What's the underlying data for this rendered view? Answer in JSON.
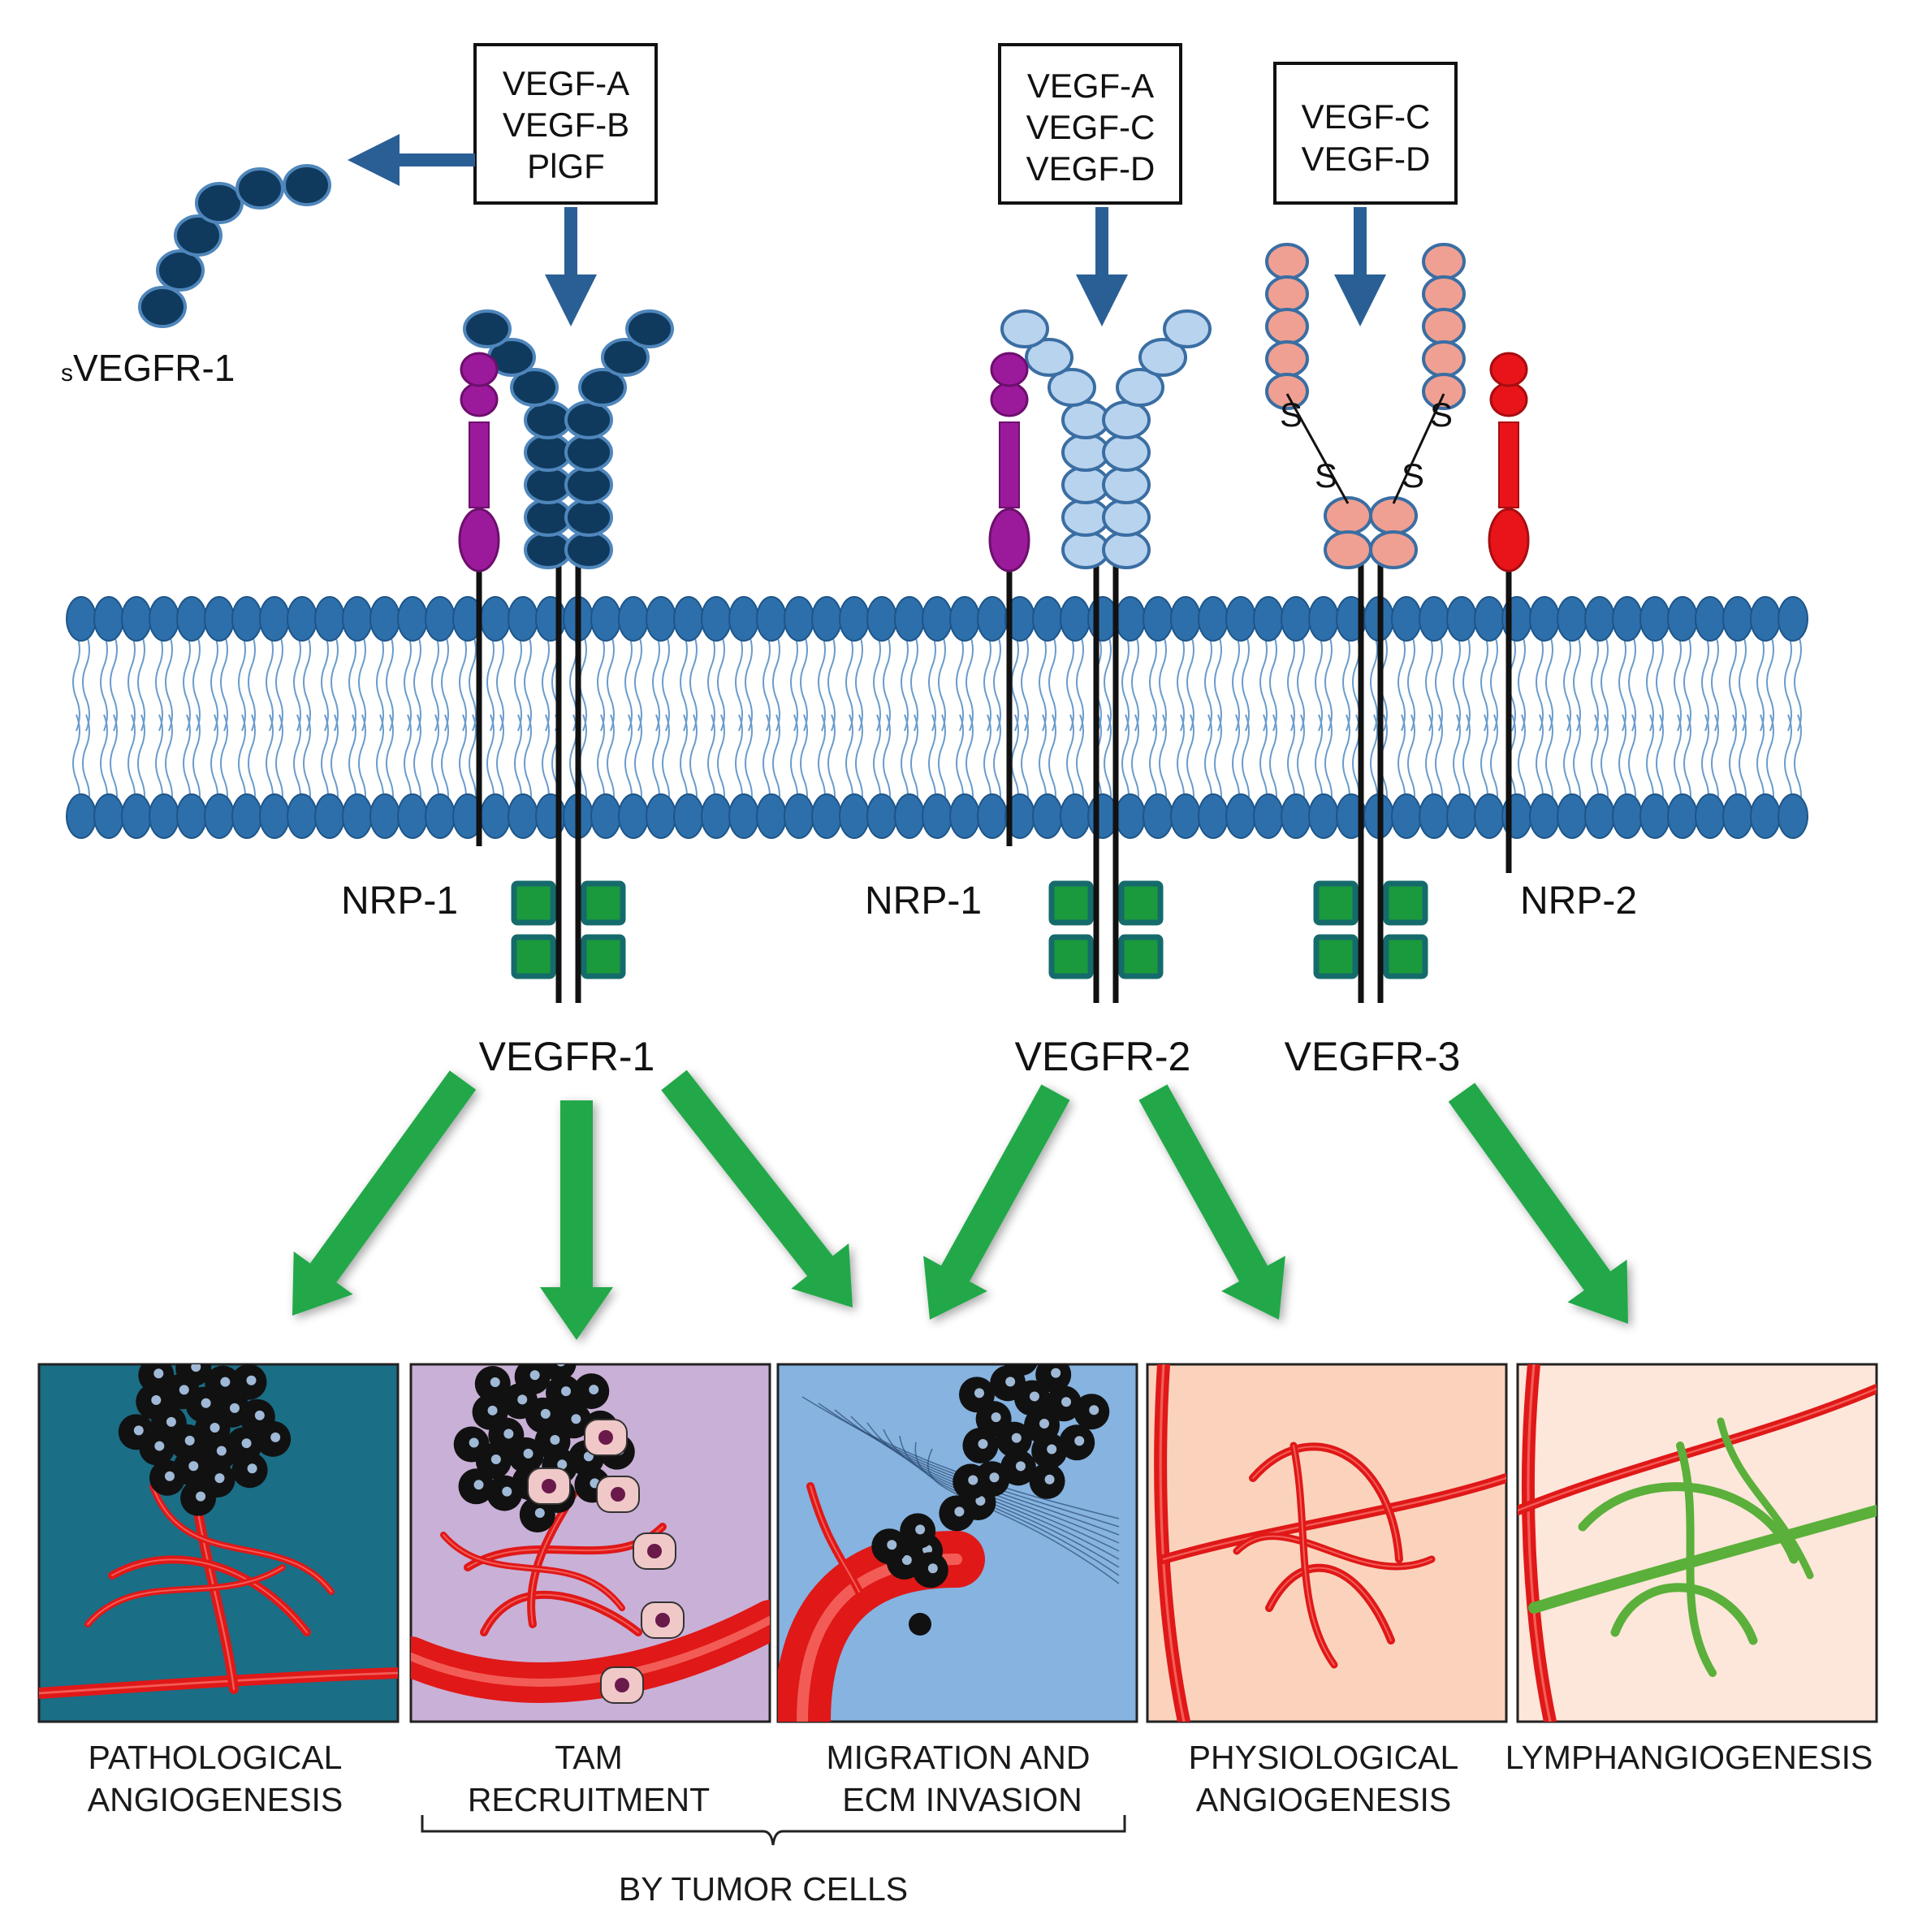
{
  "ligand_boxes": [
    {
      "lines": [
        "VEGF-A",
        "VEGF-B",
        "PlGF"
      ]
    },
    {
      "lines": [
        "VEGF-A",
        "VEGF-C",
        "VEGF-D"
      ]
    },
    {
      "lines": [
        "VEGF-C",
        "VEGF-D"
      ]
    }
  ],
  "soluble_receptor": {
    "prefix": "s",
    "name": "VEGFR-1"
  },
  "coreceptors": [
    "NRP-1",
    "NRP-1",
    "NRP-2"
  ],
  "receptors": [
    "VEGFR-1",
    "VEGFR-2",
    "VEGFR-3"
  ],
  "disulfide": "S",
  "outcomes": [
    {
      "lines": [
        "PATHOLOGICAL",
        "ANGIOGENESIS"
      ]
    },
    {
      "lines": [
        "TAM",
        "RECRUITMENT"
      ]
    },
    {
      "lines": [
        "MIGRATION  AND",
        "ECM INVASION"
      ]
    },
    {
      "lines": [
        "PHYSIOLOGICAL",
        "ANGIOGENESIS"
      ]
    },
    {
      "lines": [
        "LYMPHANGIOGENESIS"
      ]
    }
  ],
  "bracket_label": "BY TUMOR  CELLS",
  "colors": {
    "vegfr1": "#0f3a5e",
    "vegfr2": "#b8d3ee",
    "vegfr3": "#f0a092",
    "nrp1": "#9b1a9b",
    "nrp2": "#e8141a",
    "membrane": "#2d6fab",
    "kinase": "#1a9a3c",
    "arrow_green": "#22a84a",
    "arrow_blue": "#2a5f96",
    "panel1_bg": "#1a6e86",
    "panel2_bg": "#c9b0d6",
    "panel3_bg": "#86b3e0",
    "panel4_bg": "#fbd3bd",
    "panel5_bg": "#fde6da",
    "vessel_red": "#e01818",
    "vessel_green": "#5ab03a"
  }
}
